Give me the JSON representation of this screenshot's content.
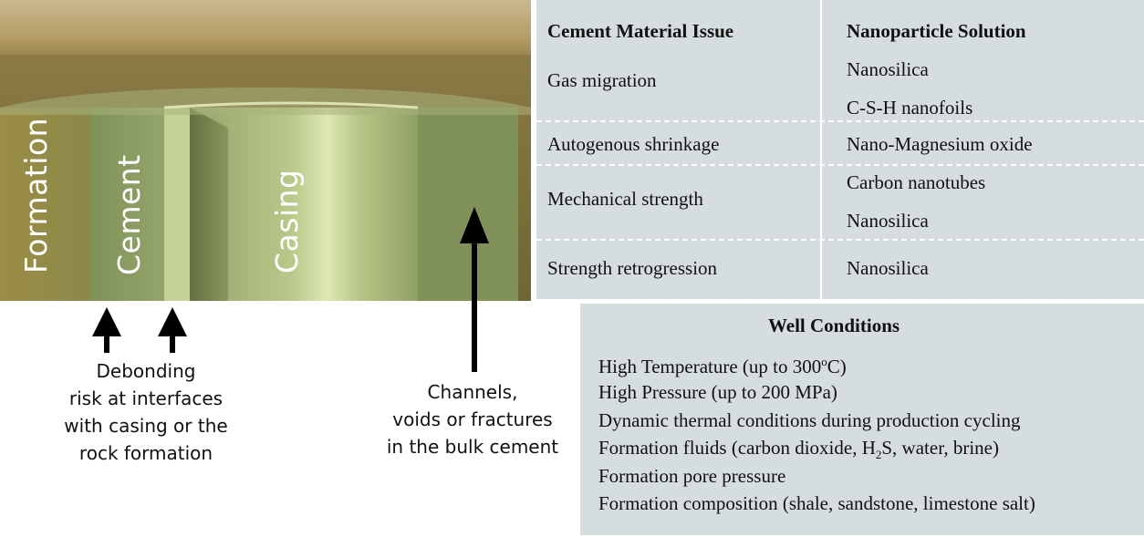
{
  "illustration": {
    "labels": {
      "formation": "Formation",
      "cement": "Cement",
      "casing": "Casing"
    },
    "callouts": {
      "debonding": [
        "Debonding",
        "risk at interfaces",
        "with casing or the",
        "rock formation"
      ],
      "channels": [
        "Channels,",
        "voids or fractures",
        "in the bulk cement"
      ]
    }
  },
  "table": {
    "headers": {
      "issue": "Cement Material Issue",
      "solution": "Nanoparticle Solution"
    },
    "rows": [
      {
        "issue": "Gas migration",
        "solutions": [
          "Nanosilica",
          "C-S-H nanofoils"
        ]
      },
      {
        "issue": "Autogenous shrinkage",
        "solutions": [
          "Nano-Magnesium oxide"
        ]
      },
      {
        "issue": "Mechanical strength",
        "solutions": [
          "Carbon nanotubes",
          "Nanosilica"
        ]
      },
      {
        "issue": "Strength retrogression",
        "solutions": [
          "Nanosilica"
        ]
      }
    ]
  },
  "well": {
    "title": "Well Conditions",
    "temp": {
      "pre": "High Temperature (up to 300",
      "sup": "o",
      "post": "C)"
    },
    "pressure": "High Pressure (up to 200 MPa)",
    "dynamic": "Dynamic thermal conditions during production cycling",
    "fluids": {
      "pre": "Formation fluids (carbon dioxide, H",
      "sub": "2",
      "post": "S, water, brine)"
    },
    "pore": "Formation pore pressure",
    "composition": "Formation composition (shale, sandstone, limestone salt)"
  },
  "colors": {
    "panel": "#d6dde1",
    "casing": "#b7c88a",
    "cement": "#8a9b63",
    "formation": "#9c8a48"
  }
}
